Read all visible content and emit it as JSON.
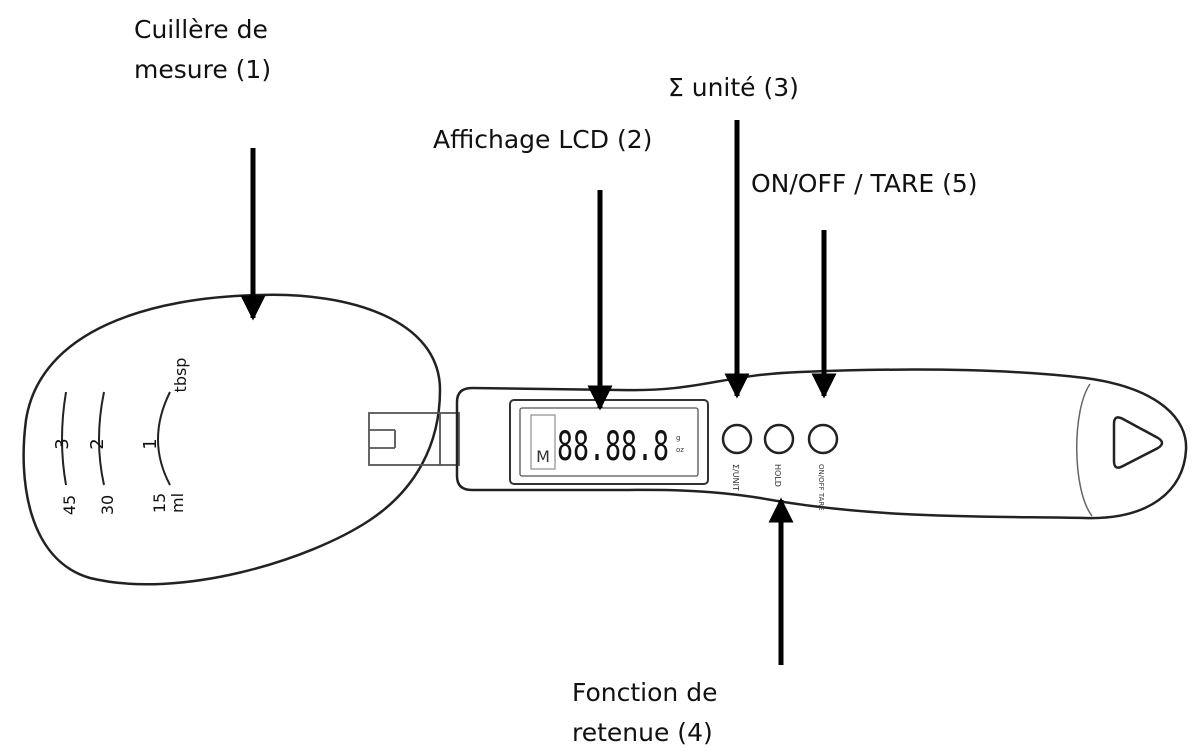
{
  "callouts": {
    "spoon": [
      "Cuillère de",
      "mesure (1)"
    ],
    "lcd": "Affichage LCD (2)",
    "unit": "Σ unité (3)",
    "onoff": "ON/OFF / TARE (5)",
    "hold": [
      "Fonction de",
      "retenue (4)"
    ]
  },
  "scale_marks": {
    "tbsp_unit": "tbsp",
    "ml_unit": "ml",
    "tbsp_values": [
      "3",
      "2",
      "1"
    ],
    "ml_values": [
      "45",
      "30",
      "15"
    ]
  },
  "device": {
    "lcd_digits": "88.88.8",
    "lcd_mode": "M",
    "button_labels": [
      "Σ/UNIT",
      "HOLD",
      "ON/OFF TARE"
    ]
  }
}
